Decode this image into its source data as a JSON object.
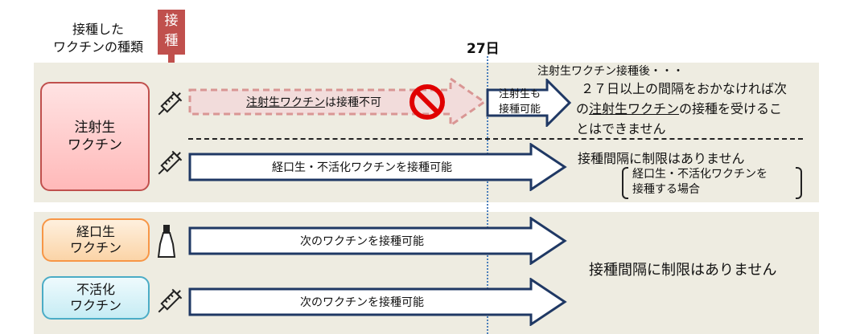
{
  "header": {
    "vaccine_type_label_line1": "接種した",
    "vaccine_type_label_line2": "ワクチンの種類",
    "inoculation_tag_line1": "接",
    "inoculation_tag_line2": "種",
    "day_marker": "27日"
  },
  "injectable": {
    "box_line1": "注射生",
    "box_line2": "ワクチン",
    "row1": {
      "arrow_label_underlined": "注射生ワクチン",
      "arrow_label_rest": "は接種不可",
      "small_arrow_line1": "注射生も",
      "small_arrow_line2": "接種可能",
      "note_title": "注射生ワクチン接種後・・・",
      "note_line1": "２７日以上の間隔をおかなければ次",
      "note_line2_pre": "の",
      "note_line2_underlined": "注射生ワクチン",
      "note_line2_post": "の接種を受けるこ",
      "note_line3": "とはできません"
    },
    "row2": {
      "arrow_label": "経口生・不活化ワクチンを接種可能",
      "note": "接種間隔に制限はありません",
      "bracket_line1": "経口生・不活化ワクチンを",
      "bracket_line2": "接種する場合"
    }
  },
  "others": {
    "oral_line1": "経口生",
    "oral_line2": "ワクチン",
    "inactivated_line1": "不活化",
    "inactivated_line2": "ワクチン",
    "oral_arrow_label": "次のワクチンを接種可能",
    "inactivated_arrow_label": "次のワクチンを接種可能",
    "note": "接種間隔に制限はありません"
  },
  "colors": {
    "panel_bg": "#eeece1",
    "injectable_box": "#ffcfcf",
    "injectable_border": "#c0504d",
    "oral_box": "#fde3c4",
    "oral_border": "#f79646",
    "inactivated_box": "#daf3f8",
    "inactivated_border": "#4bacc6",
    "arrow_border": "#1f3864",
    "tag_bg": "#c0504d",
    "prohibit_red": "#e00000",
    "dotted_line": "#4a7ebb"
  }
}
